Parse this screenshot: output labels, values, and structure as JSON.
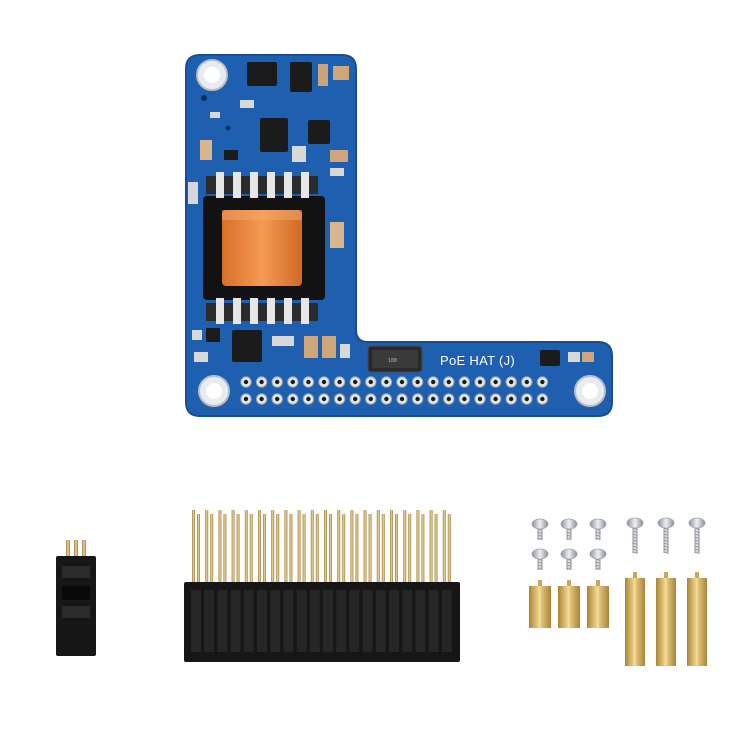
{
  "product": {
    "board_label": "PoE HAT (J)",
    "inductor_mark": "100"
  },
  "colors": {
    "pcb": "#1f5fb0",
    "pcb_edge": "#174d94",
    "transformer": "#e8823a",
    "brass": "#d9b25c",
    "steel": "#c9ccd1",
    "header_black": "#161616",
    "pin_gold": "#c9a55a"
  },
  "accessories": {
    "jumper_pins": 3,
    "long_header_pins_per_row": 20,
    "short_screws": 6,
    "long_screws": 3,
    "short_standoffs": 3,
    "long_standoffs": 3
  }
}
